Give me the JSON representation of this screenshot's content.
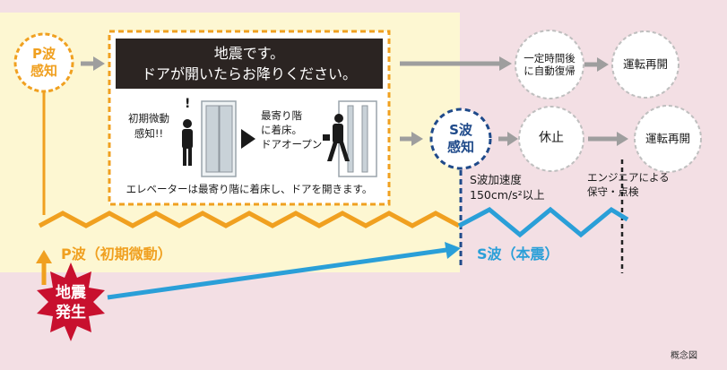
{
  "nodes": {
    "p_wave_detect": "P波\n感知",
    "s_wave_detect": "S波\n感知",
    "auto_recover": "一定時間後\nに自動復帰",
    "resume_1": "運転再開",
    "halt": "休止",
    "resume_2": "運転再開",
    "quake_start": "地震\n発生"
  },
  "notice": {
    "message": "地震です。\nドアが開いたらお降りください。",
    "initial_tremor": "初期微動\n感知!!",
    "exclaim": "!",
    "nearest_floor": "最寄り階\nに着床。\nドアオープン",
    "caption": "エレベーターは最寄り階に着床し、ドアを開きます。"
  },
  "labels": {
    "s_accel": "S波加速度\n150cm/s²以上",
    "engineer": "エンジニアによる\n保守・点検",
    "p_wave": "P波（初期微動）",
    "s_wave": "S波（本震）",
    "concept": "概念図"
  },
  "colors": {
    "background": "#f3dfe4",
    "panel": "#fdf7d2",
    "orange": "#f0a020",
    "blue": "#2a9fd8",
    "navy": "#1f4a8a",
    "gray_arrow": "#9e9e9e",
    "burst": "#c8102e",
    "dark": "#2b2422"
  }
}
